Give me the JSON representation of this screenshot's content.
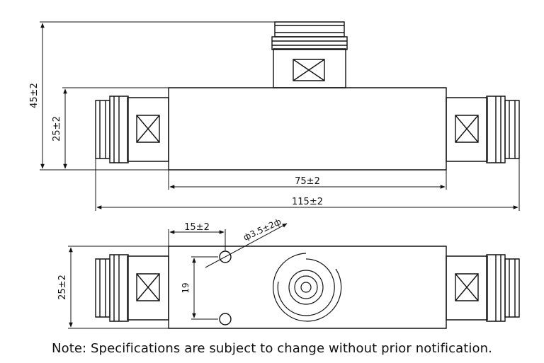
{
  "top_view": {
    "dim_overall_height": "45±2",
    "dim_body_height": "25±2",
    "dim_body_length": "75±2",
    "dim_overall_length": "115±2"
  },
  "bottom_view": {
    "dim_hole_offset": "15±2",
    "dim_hole_diameter": "ф3.5±2ф",
    "dim_hole_spacing": "19",
    "dim_body_height": "25±2"
  },
  "note": "Note: Specifications are subject to change without prior notification."
}
